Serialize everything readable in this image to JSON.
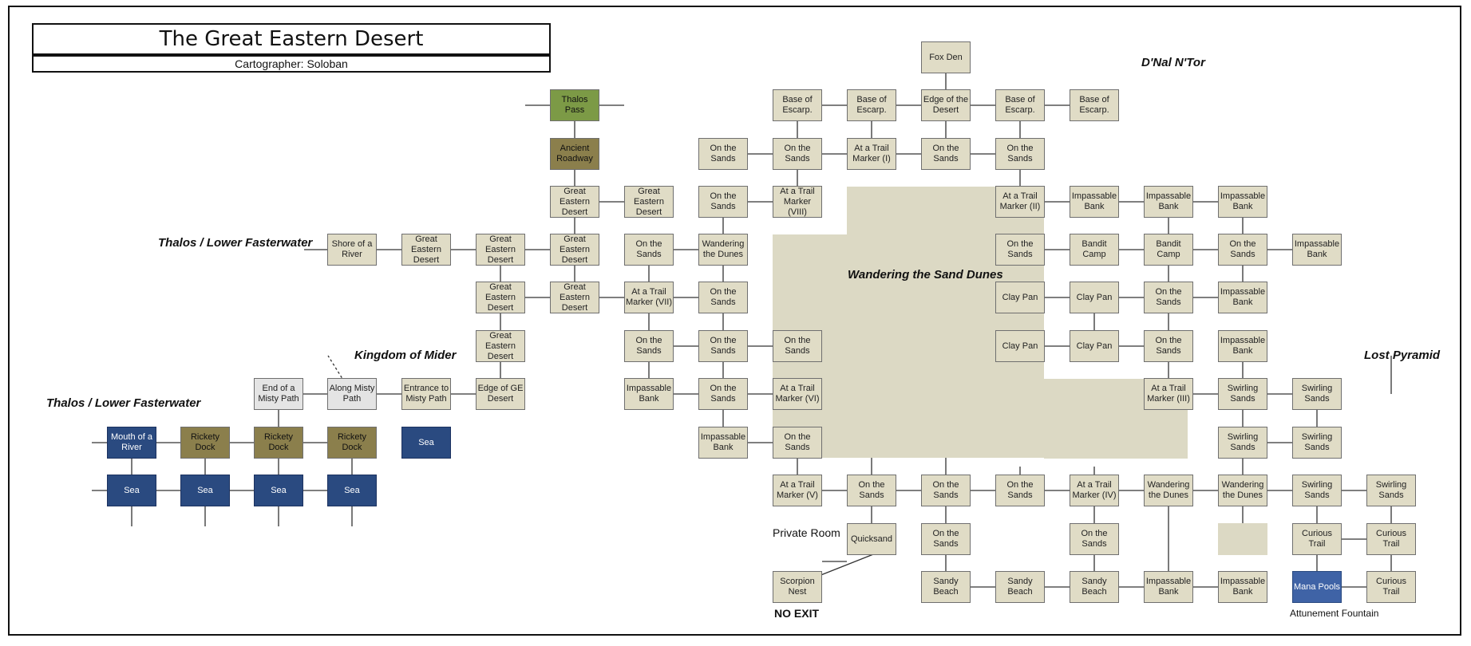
{
  "title": "The Great Eastern Desert",
  "cartographer": "Cartographer: Soloban",
  "area_labels": {
    "dnal": "D'Nal N'Tor",
    "thalos_upper": "Thalos / Lower Fasterwater",
    "thalos_lower": "Thalos / Lower Fasterwater",
    "kingdom": "Kingdom of Mider",
    "lost_pyramid": "Lost Pyramid",
    "dunes": "Wandering the Sand Dunes",
    "private_room": "Private Room",
    "no_exit": "NO EXIT",
    "attunement": "Attunement Fountain"
  },
  "colors": {
    "sand": "#e0dcc6",
    "dunes": "#dcd9c4",
    "green": "#7c9a46",
    "olive": "#8b7f4c",
    "gray": "#e4e4e4",
    "sea": "#2a4a80",
    "mana": "#3f63a6"
  },
  "rooms": [
    {
      "id": "fox-den",
      "label": "Fox Den",
      "style": "sand"
    },
    {
      "id": "base-escarp-1",
      "label": "Base of\nEscarp.",
      "style": "sand"
    },
    {
      "id": "base-escarp-2",
      "label": "Base of\nEscarp.",
      "style": "sand"
    },
    {
      "id": "edge-of-desert",
      "label": "Edge of the\nDesert",
      "style": "sand"
    },
    {
      "id": "base-escarp-3",
      "label": "Base of\nEscarp.",
      "style": "sand"
    },
    {
      "id": "base-escarp-4",
      "label": "Base of\nEscarp.",
      "style": "sand"
    },
    {
      "id": "thalos-pass",
      "label": "Thalos Pass",
      "style": "green"
    },
    {
      "id": "ancient-roadway",
      "label": "Ancient\nRoadway",
      "style": "olive"
    },
    {
      "id": "sands-r3-1",
      "label": "On the\nSands",
      "style": "sand"
    },
    {
      "id": "sands-r3-2",
      "label": "On the\nSands",
      "style": "sand"
    },
    {
      "id": "trail-marker-1",
      "label": "At a Trail\nMarker (I)",
      "style": "sand"
    },
    {
      "id": "sands-r3-3",
      "label": "On the\nSands",
      "style": "sand"
    },
    {
      "id": "sands-r3-4",
      "label": "On the\nSands",
      "style": "sand"
    },
    {
      "id": "ged-r4-1",
      "label": "Great\nEastern\nDesert",
      "style": "sand"
    },
    {
      "id": "ged-r4-2",
      "label": "Great\nEastern\nDesert",
      "style": "sand"
    },
    {
      "id": "sands-r4-1",
      "label": "On the\nSands",
      "style": "sand"
    },
    {
      "id": "trail-marker-8",
      "label": "At a Trail\nMarker\n(VIII)",
      "style": "sand"
    },
    {
      "id": "trail-marker-2",
      "label": "At a Trail\nMarker (II)",
      "style": "sand"
    },
    {
      "id": "impassable-r4-1",
      "label": "Impassable\nBank",
      "style": "sand"
    },
    {
      "id": "impassable-r4-2",
      "label": "Impassable\nBank",
      "style": "sand"
    },
    {
      "id": "impassable-r4-3",
      "label": "Impassable\nBank",
      "style": "sand"
    },
    {
      "id": "shore-of-river",
      "label": "Shore of a\nRiver",
      "style": "sand"
    },
    {
      "id": "ged-r5-1",
      "label": "Great\nEastern\nDesert",
      "style": "sand"
    },
    {
      "id": "ged-r5-2",
      "label": "Great\nEastern\nDesert",
      "style": "sand"
    },
    {
      "id": "ged-r5-3",
      "label": "Great\nEastern\nDesert",
      "style": "sand"
    },
    {
      "id": "sands-r5-1",
      "label": "On the\nSands",
      "style": "sand"
    },
    {
      "id": "wandering-dunes-r5",
      "label": "Wandering\nthe Dunes",
      "style": "sand"
    },
    {
      "id": "sands-r5-2",
      "label": "On the\nSands",
      "style": "sand"
    },
    {
      "id": "bandit-camp-1",
      "label": "Bandit\nCamp",
      "style": "sand"
    },
    {
      "id": "bandit-camp-2",
      "label": "Bandit\nCamp",
      "style": "sand"
    },
    {
      "id": "sands-r5-3",
      "label": "On the\nSands",
      "style": "sand"
    },
    {
      "id": "impassable-r5",
      "label": "Impassable\nBank",
      "style": "sand"
    },
    {
      "id": "ged-r6-1",
      "label": "Great\nEastern\nDesert",
      "style": "sand"
    },
    {
      "id": "ged-r6-2",
      "label": "Great\nEastern\nDesert",
      "style": "sand"
    },
    {
      "id": "trail-marker-7",
      "label": "At a Trail\nMarker (VII)",
      "style": "sand"
    },
    {
      "id": "sands-r6-1",
      "label": "On the\nSands",
      "style": "sand"
    },
    {
      "id": "clay-pan-1",
      "label": "Clay Pan",
      "style": "sand"
    },
    {
      "id": "clay-pan-2",
      "label": "Clay Pan",
      "style": "sand"
    },
    {
      "id": "sands-r6-2",
      "label": "On the\nSands",
      "style": "sand"
    },
    {
      "id": "impassable-r6",
      "label": "Impassable\nBank",
      "style": "sand"
    },
    {
      "id": "ged-r7",
      "label": "Great\nEastern\nDesert",
      "style": "sand"
    },
    {
      "id": "sands-r7-1",
      "label": "On the\nSands",
      "style": "sand"
    },
    {
      "id": "sands-r7-2",
      "label": "On the\nSands",
      "style": "sand"
    },
    {
      "id": "sands-r7-3",
      "label": "On the\nSands",
      "style": "sand"
    },
    {
      "id": "clay-pan-3",
      "label": "Clay Pan",
      "style": "sand"
    },
    {
      "id": "clay-pan-4",
      "label": "Clay Pan",
      "style": "sand"
    },
    {
      "id": "sands-r7-4",
      "label": "On the\nSands",
      "style": "sand"
    },
    {
      "id": "impassable-r7",
      "label": "Impassable\nBank",
      "style": "sand"
    },
    {
      "id": "end-misty-path",
      "label": "End of a\nMisty Path",
      "style": "gray"
    },
    {
      "id": "along-misty-path",
      "label": "Along Misty\nPath",
      "style": "gray"
    },
    {
      "id": "entrance-misty-path",
      "label": "Entrance to\nMisty Path",
      "style": "sand"
    },
    {
      "id": "edge-of-ge-desert",
      "label": "Edge of GE\nDesert",
      "style": "sand"
    },
    {
      "id": "impassable-r8-1",
      "label": "Impassable\nBank",
      "style": "sand"
    },
    {
      "id": "sands-r8-1",
      "label": "On the\nSands",
      "style": "sand"
    },
    {
      "id": "trail-marker-6",
      "label": "At a Trail\nMarker (VI)",
      "style": "sand"
    },
    {
      "id": "trail-marker-3",
      "label": "At a Trail\nMarker (III)",
      "style": "sand"
    },
    {
      "id": "swirling-r8-1",
      "label": "Swirling\nSands",
      "style": "sand"
    },
    {
      "id": "swirling-r8-2",
      "label": "Swirling\nSands",
      "style": "sand"
    },
    {
      "id": "mouth-of-river",
      "label": "Mouth of a\nRiver",
      "style": "blue"
    },
    {
      "id": "rickety-dock-1",
      "label": "Rickety\nDock",
      "style": "olive"
    },
    {
      "id": "rickety-dock-2",
      "label": "Rickety\nDock",
      "style": "olive"
    },
    {
      "id": "rickety-dock-3",
      "label": "Rickety\nDock",
      "style": "olive"
    },
    {
      "id": "sea-r9",
      "label": "Sea",
      "style": "blue"
    },
    {
      "id": "impassable-r9",
      "label": "Impassable\nBank",
      "style": "sand"
    },
    {
      "id": "sands-r9",
      "label": "On the\nSands",
      "style": "sand"
    },
    {
      "id": "swirling-r9-1",
      "label": "Swirling\nSands",
      "style": "sand"
    },
    {
      "id": "swirling-r9-2",
      "label": "Swirling\nSands",
      "style": "sand"
    },
    {
      "id": "sea-r10-1",
      "label": "Sea",
      "style": "blue"
    },
    {
      "id": "sea-r10-2",
      "label": "Sea",
      "style": "blue"
    },
    {
      "id": "sea-r10-3",
      "label": "Sea",
      "style": "blue"
    },
    {
      "id": "sea-r10-4",
      "label": "Sea",
      "style": "blue"
    },
    {
      "id": "trail-marker-5",
      "label": "At a Trail\nMarker (V)",
      "style": "sand"
    },
    {
      "id": "sands-r10-1",
      "label": "On the\nSands",
      "style": "sand"
    },
    {
      "id": "sands-r10-2",
      "label": "On the\nSands",
      "style": "sand"
    },
    {
      "id": "sands-r10-3",
      "label": "On the\nSands",
      "style": "sand"
    },
    {
      "id": "trail-marker-4",
      "label": "At a Trail\nMarker (IV)",
      "style": "sand"
    },
    {
      "id": "wandering-dunes-r10-1",
      "label": "Wandering\nthe Dunes",
      "style": "sand"
    },
    {
      "id": "wandering-dunes-r10-2",
      "label": "Wandering\nthe Dunes",
      "style": "sand"
    },
    {
      "id": "swirling-r10-1",
      "label": "Swirling\nSands",
      "style": "sand"
    },
    {
      "id": "swirling-r10-2",
      "label": "Swirling\nSands",
      "style": "sand"
    },
    {
      "id": "quicksand",
      "label": "Quicksand",
      "style": "sand"
    },
    {
      "id": "sands-r11-1",
      "label": "On the\nSands",
      "style": "sand"
    },
    {
      "id": "sands-r11-2",
      "label": "On the\nSands",
      "style": "sand"
    },
    {
      "id": "blank-r11",
      "label": "",
      "style": "blank"
    },
    {
      "id": "curious-trail-1",
      "label": "Curious\nTrail",
      "style": "sand"
    },
    {
      "id": "curious-trail-2",
      "label": "Curious\nTrail",
      "style": "sand"
    },
    {
      "id": "scorpion-nest",
      "label": "Scorpion\nNest",
      "style": "sand"
    },
    {
      "id": "sandy-beach-1",
      "label": "Sandy\nBeach",
      "style": "sand"
    },
    {
      "id": "sandy-beach-2",
      "label": "Sandy\nBeach",
      "style": "sand"
    },
    {
      "id": "sandy-beach-3",
      "label": "Sandy\nBeach",
      "style": "sand"
    },
    {
      "id": "impassable-r12-1",
      "label": "Impassable\nBank",
      "style": "sand"
    },
    {
      "id": "impassable-r12-2",
      "label": "Impassable\nBank",
      "style": "sand"
    },
    {
      "id": "mana-pools",
      "label": "Mana Pools",
      "style": "blue-light"
    },
    {
      "id": "curious-trail-3",
      "label": "Curious\nTrail",
      "style": "sand"
    }
  ]
}
